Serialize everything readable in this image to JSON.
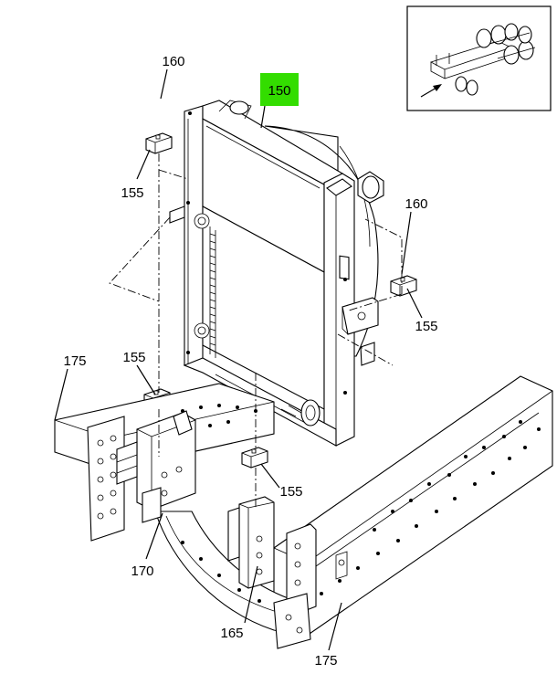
{
  "highlight_color": "#33dd00",
  "callouts": {
    "c150": "150",
    "c160_top": "160",
    "c155_top": "155",
    "c160_right": "160",
    "c155_right": "155",
    "c175_left": "175",
    "c155_mid": "155",
    "c155_lower": "155",
    "c170": "170",
    "c165": "165",
    "c175_bottom": "175"
  }
}
